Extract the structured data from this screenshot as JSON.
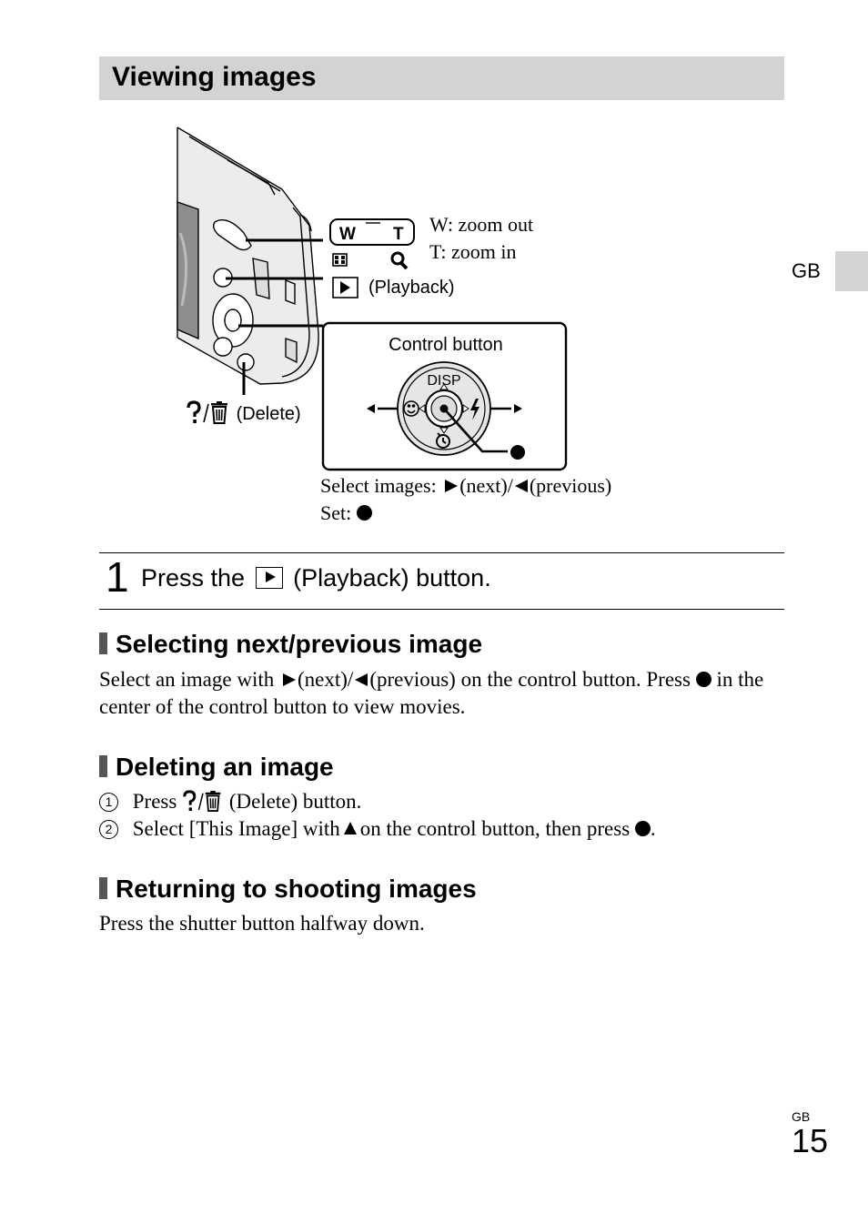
{
  "header": {
    "title": "Viewing images",
    "side_tab": "GB"
  },
  "figure": {
    "zoom_w_key": "W",
    "zoom_t_key": "T",
    "zoom_out": "W: zoom out",
    "zoom_in": "T: zoom in",
    "playback_label": "(Playback)",
    "delete_label": "(Delete)",
    "control_button_title": "Control button",
    "disp_label": "DISP",
    "select_images_prefix": "Select images:",
    "next_label": "(next)/",
    "previous_label": "(previous)",
    "set_label": "Set:"
  },
  "step1": {
    "number": "1",
    "text_before": "Press the",
    "text_after": "(Playback) button."
  },
  "section_select": {
    "heading": "Selecting next/previous image",
    "p1": "Select an image with",
    "p2": "(next)/",
    "p3": "(previous) on the control button. Press",
    "p4": "in the center of the control button to view movies."
  },
  "section_delete": {
    "heading": "Deleting an image",
    "item1_num": "1",
    "item1_before": "Press",
    "item1_after": "(Delete) button.",
    "item2_num": "2",
    "item2_before": "Select [This Image] with",
    "item2_after": "on the control button, then press",
    "item2_end": "."
  },
  "section_return": {
    "heading": "Returning to shooting images",
    "body": "Press the shutter button halfway down."
  },
  "footer": {
    "lang": "GB",
    "page_number": "15"
  }
}
